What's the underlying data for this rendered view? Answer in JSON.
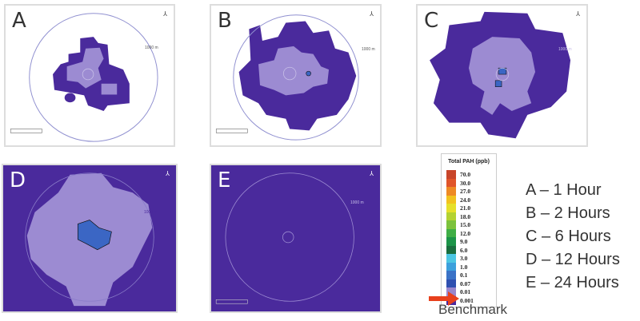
{
  "panels": [
    {
      "label": "A",
      "ring_label": "1000 m"
    },
    {
      "label": "B",
      "ring_label": "1000 m"
    },
    {
      "label": "C",
      "ring_label": "1000 m"
    },
    {
      "label": "D",
      "ring_label": "1000 m"
    },
    {
      "label": "E",
      "ring_label": "1000 m"
    }
  ],
  "north_symbol": "⅄",
  "colors": {
    "dark": "#4a2a9c",
    "light": "#9c8bd2",
    "ring": "#9090d0",
    "core": "#3b66c4"
  },
  "legend": {
    "title": "Total PAH (ppb)",
    "items": [
      {
        "value": "70.0",
        "color": "#c8452a"
      },
      {
        "value": "30.0",
        "color": "#e0552a"
      },
      {
        "value": "27.0",
        "color": "#ee8a24"
      },
      {
        "value": "24.0",
        "color": "#f2c21e"
      },
      {
        "value": "21.0",
        "color": "#e6e02a"
      },
      {
        "value": "18.0",
        "color": "#b4d232"
      },
      {
        "value": "15.0",
        "color": "#7cc23c"
      },
      {
        "value": "12.0",
        "color": "#3fae46"
      },
      {
        "value": "9.0",
        "color": "#1c9448"
      },
      {
        "value": "6.0",
        "color": "#1a6e3e"
      },
      {
        "value": "3.0",
        "color": "#4cc6e2"
      },
      {
        "value": "1.0",
        "color": "#3ca0dc"
      },
      {
        "value": "0.1",
        "color": "#3a72c6"
      },
      {
        "value": "0.07",
        "color": "#2f50b0"
      },
      {
        "value": "0.01",
        "color": "#9a86cc"
      },
      {
        "value": "0.001",
        "color": "#4a2a9c"
      }
    ]
  },
  "times": [
    "A – 1 Hour",
    "B – 2 Hours",
    "C – 6 Hours",
    "D – 12 Hours",
    "E – 24 Hours"
  ],
  "benchmark": "Benchmark",
  "benchmark_arrow_color": "#e8401c"
}
